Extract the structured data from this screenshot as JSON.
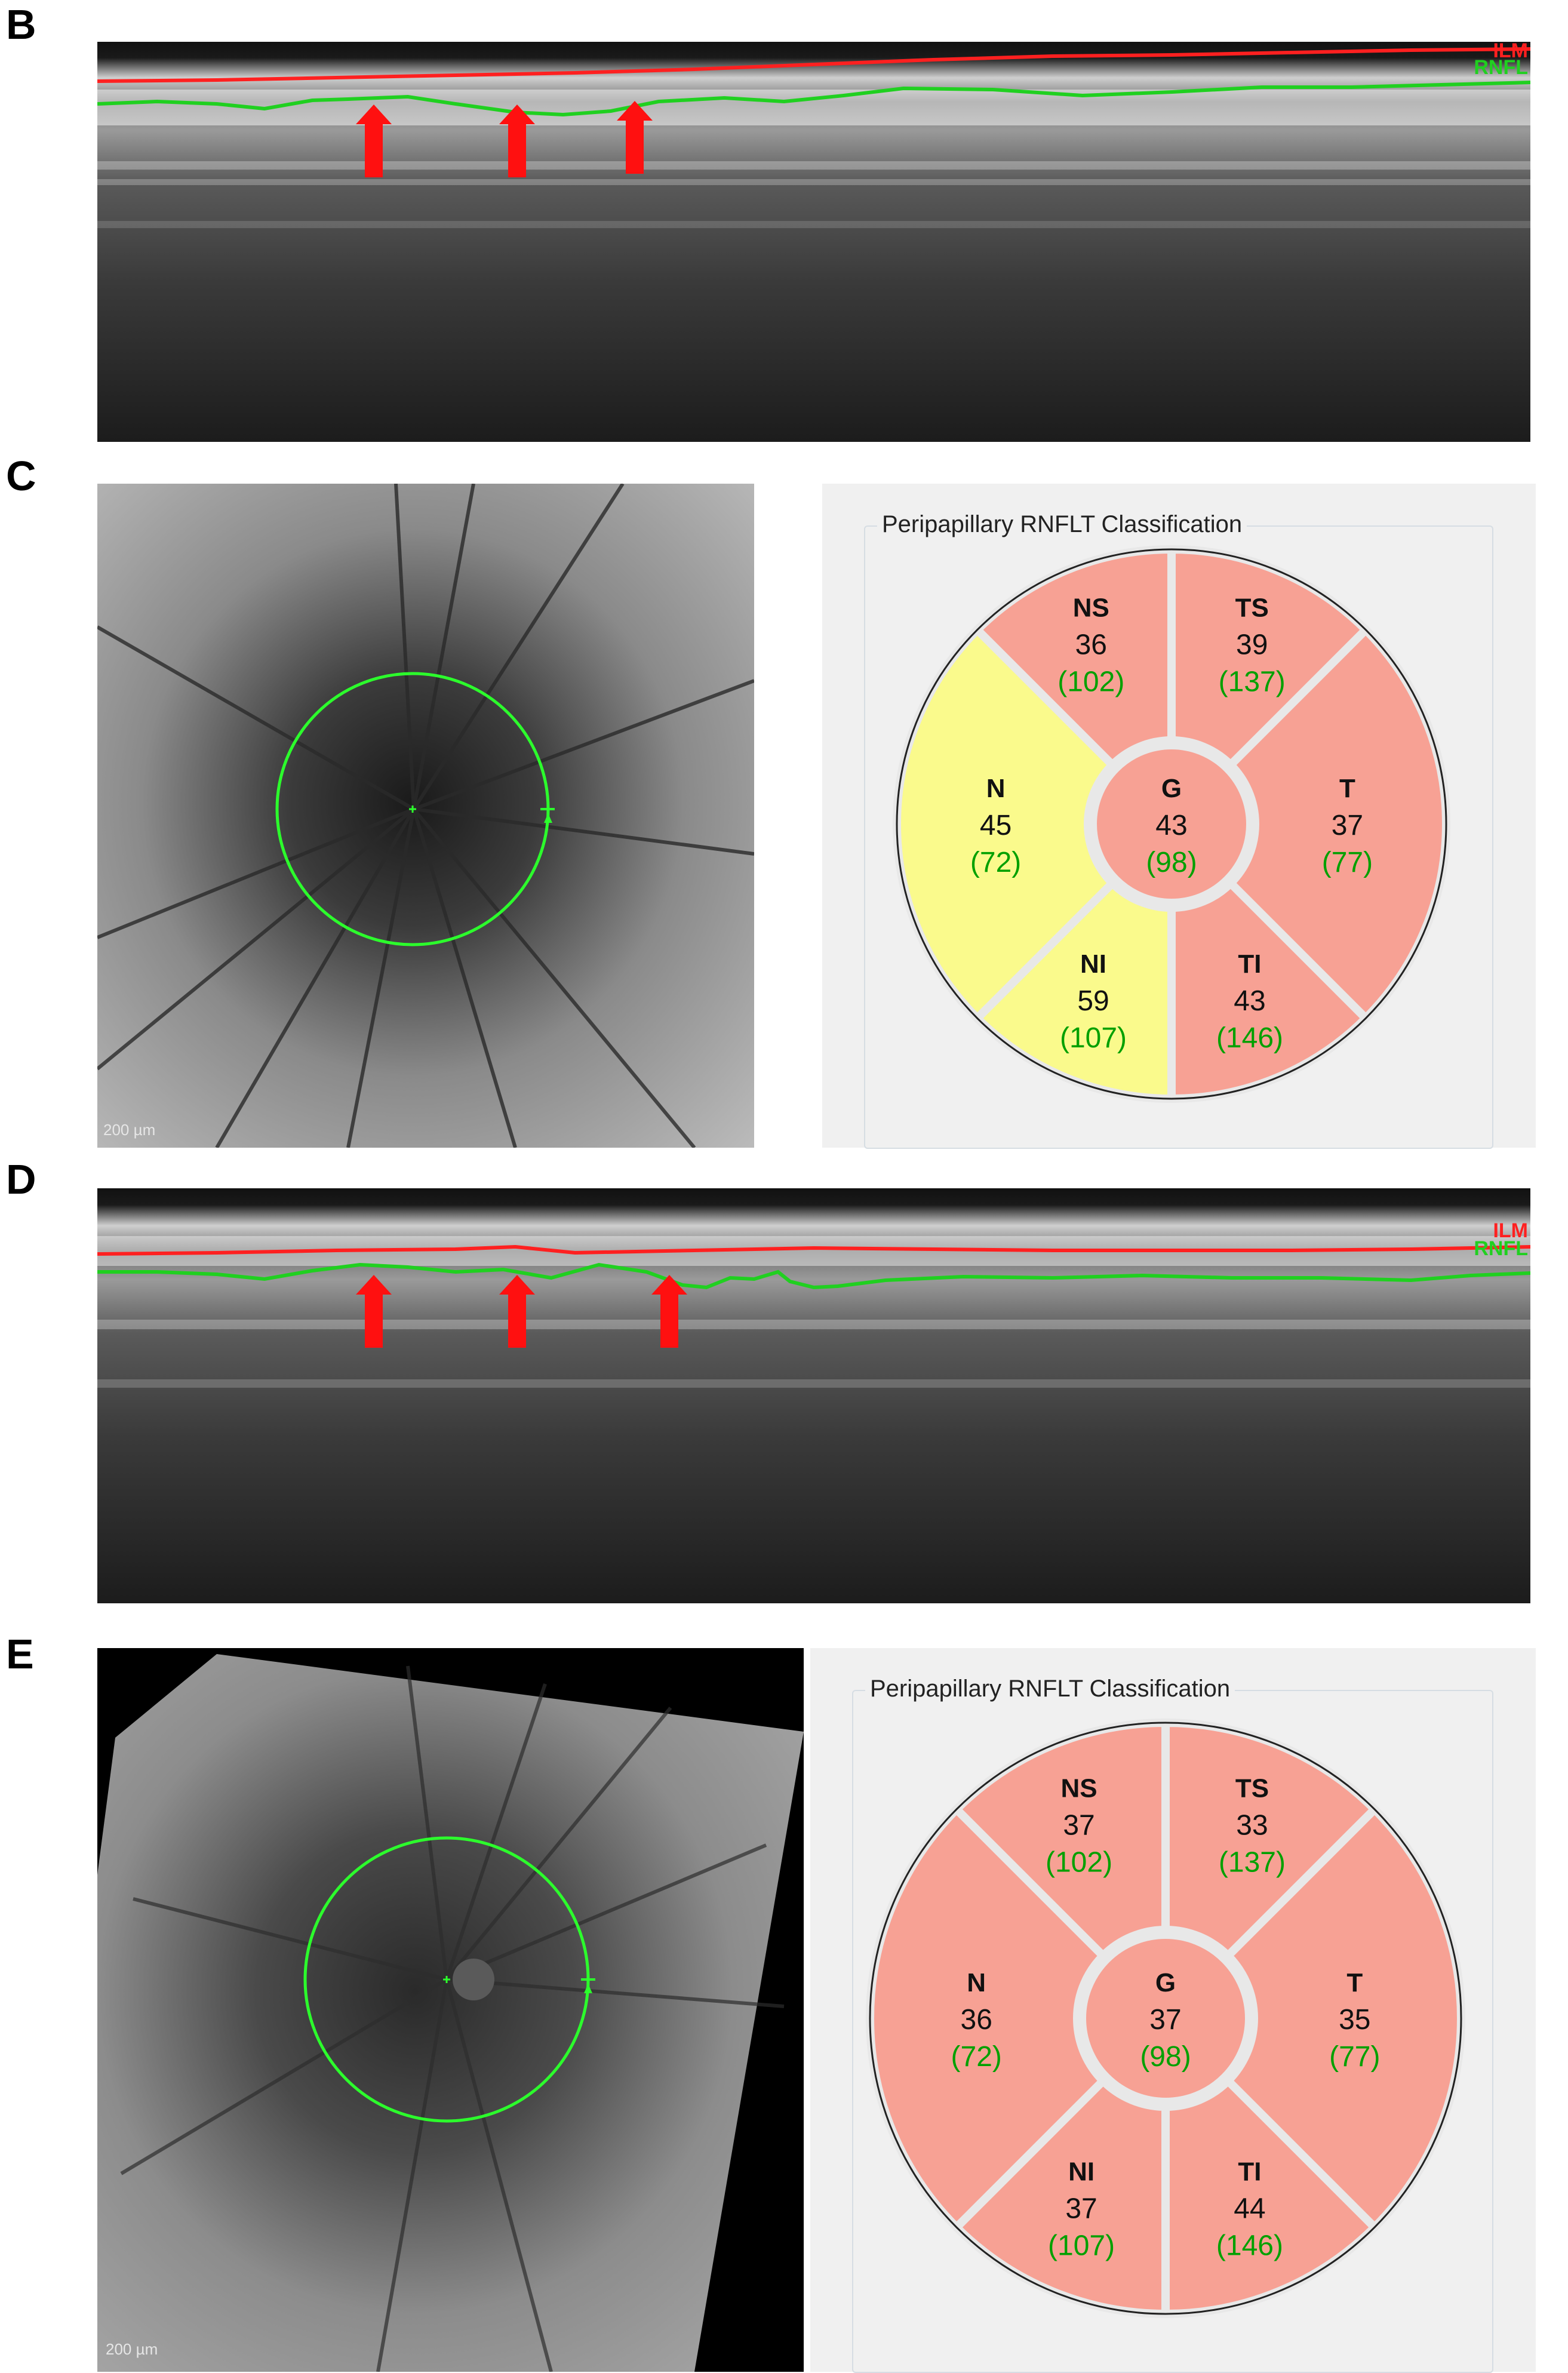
{
  "panels": {
    "B": {
      "letter": "B",
      "ilm_label": "ILM",
      "rnfl_label": "RNFL"
    },
    "C": {
      "letter": "C",
      "scale": "200 µm"
    },
    "D": {
      "letter": "D",
      "ilm_label": "ILM",
      "rnfl_label": "RNFL"
    },
    "E": {
      "letter": "E",
      "scale": "200 µm"
    }
  },
  "rnflt_c": {
    "title": "Peripapillary RNFLT Classification",
    "sectors": {
      "NS": {
        "label": "NS",
        "value": "36",
        "ref": "(102)",
        "color": "#f7a194"
      },
      "TS": {
        "label": "TS",
        "value": "39",
        "ref": "(137)",
        "color": "#f7a194"
      },
      "N": {
        "label": "N",
        "value": "45",
        "ref": "(72)",
        "color": "#fafa8c"
      },
      "G": {
        "label": "G",
        "value": "43",
        "ref": "(98)",
        "color": "#f7a194"
      },
      "T": {
        "label": "T",
        "value": "37",
        "ref": "(77)",
        "color": "#f7a194"
      },
      "NI": {
        "label": "NI",
        "value": "59",
        "ref": "(107)",
        "color": "#fafa8c"
      },
      "TI": {
        "label": "TI",
        "value": "43",
        "ref": "(146)",
        "color": "#f7a194"
      }
    }
  },
  "rnflt_e": {
    "title": "Peripapillary RNFLT Classification",
    "sectors": {
      "NS": {
        "label": "NS",
        "value": "37",
        "ref": "(102)",
        "color": "#f7a194"
      },
      "TS": {
        "label": "TS",
        "value": "33",
        "ref": "(137)",
        "color": "#f7a194"
      },
      "N": {
        "label": "N",
        "value": "36",
        "ref": "(72)",
        "color": "#f7a194"
      },
      "G": {
        "label": "G",
        "value": "37",
        "ref": "(98)",
        "color": "#f7a194"
      },
      "T": {
        "label": "T",
        "value": "35",
        "ref": "(77)",
        "color": "#f7a194"
      },
      "NI": {
        "label": "NI",
        "value": "37",
        "ref": "(107)",
        "color": "#f7a194"
      },
      "TI": {
        "label": "TI",
        "value": "44",
        "ref": "(146)",
        "color": "#f7a194"
      }
    }
  },
  "colors": {
    "ilm_line": "#ff2020",
    "rnfl_line": "#20d020",
    "arrow": "#ff1010",
    "circle": "#2cff2c",
    "divider": "#e8e8e8"
  }
}
